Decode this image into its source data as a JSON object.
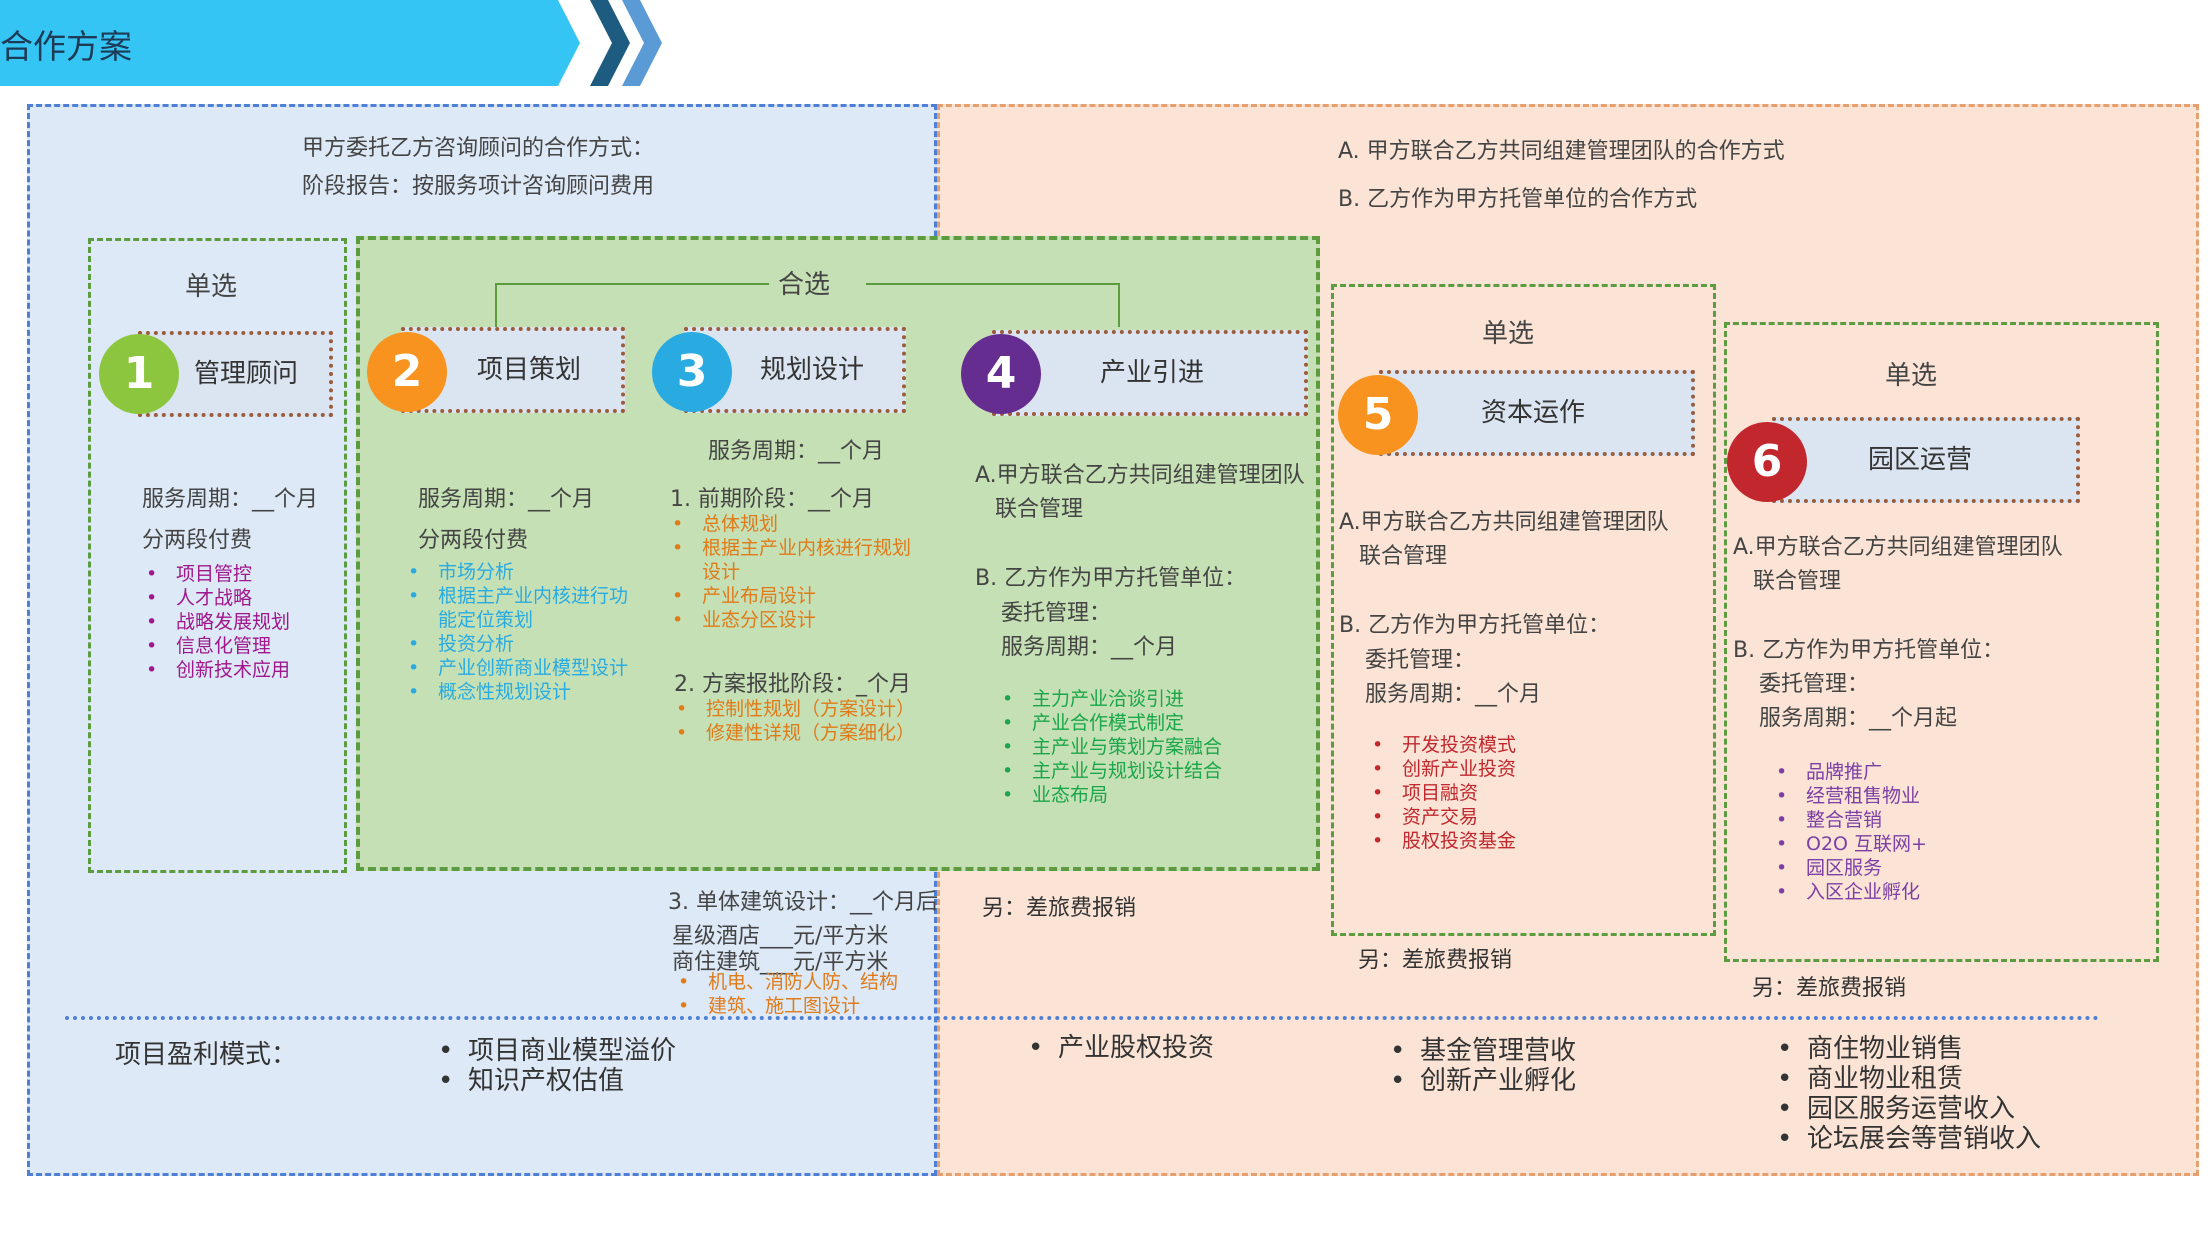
{
  "header": {
    "title": "合作方案"
  },
  "left_top": {
    "line1": "甲方委托乙方咨询顾问的合作方式：",
    "line2": "阶段报告：按服务项计咨询顾问费用"
  },
  "right_top": {
    "line1": "A. 甲方联合乙方共同组建管理团队的合作方式",
    "line2": "B. 乙方作为甲方托管单位的合作方式"
  },
  "group_labels": {
    "single1": "单选",
    "combined": "合选",
    "single5": "单选",
    "single6": "单选"
  },
  "services": [
    {
      "num": "1",
      "name": "管理顾问",
      "color": "#8cc63f"
    },
    {
      "num": "2",
      "name": "项目策划",
      "color": "#f7931e"
    },
    {
      "num": "3",
      "name": "规划设计",
      "color": "#29abe2"
    },
    {
      "num": "4",
      "name": "产业引进",
      "color": "#662d91"
    },
    {
      "num": "5",
      "name": "资本运作",
      "color": "#f7931e"
    },
    {
      "num": "6",
      "name": "园区运营",
      "color": "#c1272d"
    }
  ],
  "s1": {
    "period": "服务周期：__个月",
    "pay": "分两段付费",
    "items": [
      "项目管控",
      "人才战略",
      "战略发展规划",
      "信息化管理",
      "创新技术应用"
    ],
    "color": "#a0168c"
  },
  "s2": {
    "period": "服务周期：__个月",
    "pay": "分两段付费",
    "items": [
      "市场分析",
      "根据主产业内核进行功",
      "能定位策划",
      "投资分析",
      "产业创新商业模型设计",
      "概念性规划设计"
    ],
    "color": "#29abe2"
  },
  "s3": {
    "period": "服务周期：__个月",
    "phase1": "1. 前期阶段：__个月",
    "phase1_items": [
      "总体规划",
      "根据主产业内核进行规划",
      "设计",
      "产业布局设计",
      "业态分区设计"
    ],
    "phase2": "2. 方案报批阶段：_个月",
    "phase2_items": [
      "控制性规划（方案设计）",
      "修建性详规（方案细化）"
    ],
    "phase3": "3. 单体建筑设计：__个月后",
    "price1": "星级酒店___元/平方米",
    "price2": "商住建筑___元/平方米",
    "phase3_items": [
      "机电、消防人防、结构",
      "建筑、施工图设计"
    ],
    "color": "#e07b1a"
  },
  "s4": {
    "a1": "A.甲方联合乙方共同组建管理团队",
    "a2": "联合管理",
    "b1": "B. 乙方作为甲方托管单位：",
    "b2": "委托管理：",
    "b3": "服务周期：__个月",
    "items": [
      "主力产业洽谈引进",
      "产业合作模式制定",
      "主产业与策划方案融合",
      "主产业与规划设计结合",
      "业态布局"
    ],
    "color": "#1aa64a",
    "note": "另：差旅费报销"
  },
  "s5": {
    "a1": "A.甲方联合乙方共同组建管理团队",
    "a2": "联合管理",
    "b1": "B. 乙方作为甲方托管单位：",
    "b2": "委托管理：",
    "b3": "服务周期：__个月",
    "items": [
      "开发投资模式",
      "创新产业投资",
      "项目融资",
      "资产交易",
      "股权投资基金"
    ],
    "color": "#c1272d",
    "note": "另：差旅费报销"
  },
  "s6": {
    "a1": "A.甲方联合乙方共同组建管理团队",
    "a2": "联合管理",
    "b1": "B. 乙方作为甲方托管单位：",
    "b2": "委托管理：",
    "b3": "服务周期：__个月起",
    "items": [
      "品牌推广",
      "经营租售物业",
      "整合营销",
      "O2O 互联网+",
      "园区服务",
      "入区企业孵化"
    ],
    "color": "#7b3fa6",
    "note": "另：差旅费报销"
  },
  "profit": {
    "label": "项目盈利模式：",
    "col1": [
      "项目商业模型溢价",
      "知识产权估值"
    ],
    "col2": [
      "产业股权投资"
    ],
    "col3": [
      "基金管理营收",
      "创新产业孵化"
    ],
    "col4": [
      "商住物业销售",
      "商业物业租赁",
      "园区服务运营收入",
      "论坛展会等营销收入"
    ]
  }
}
